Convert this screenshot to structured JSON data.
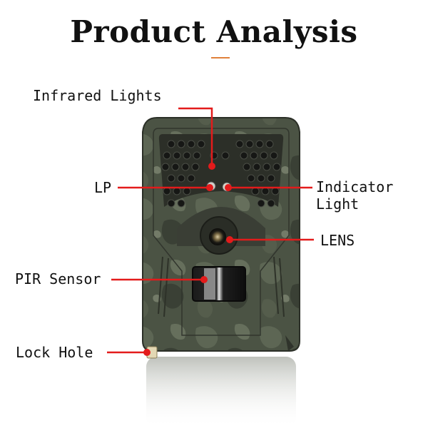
{
  "title": "Product Analysis",
  "accent_color": "#e0813b",
  "callout_color": "#e31b1b",
  "labels": {
    "infrared_lights": "Infrared Lights",
    "lp": "LP",
    "indicator_line1": "Indicator",
    "indicator_line2": "Light",
    "lens": "LENS",
    "pir_sensor": "PIR Sensor",
    "lock_hole": "Lock Hole"
  }
}
